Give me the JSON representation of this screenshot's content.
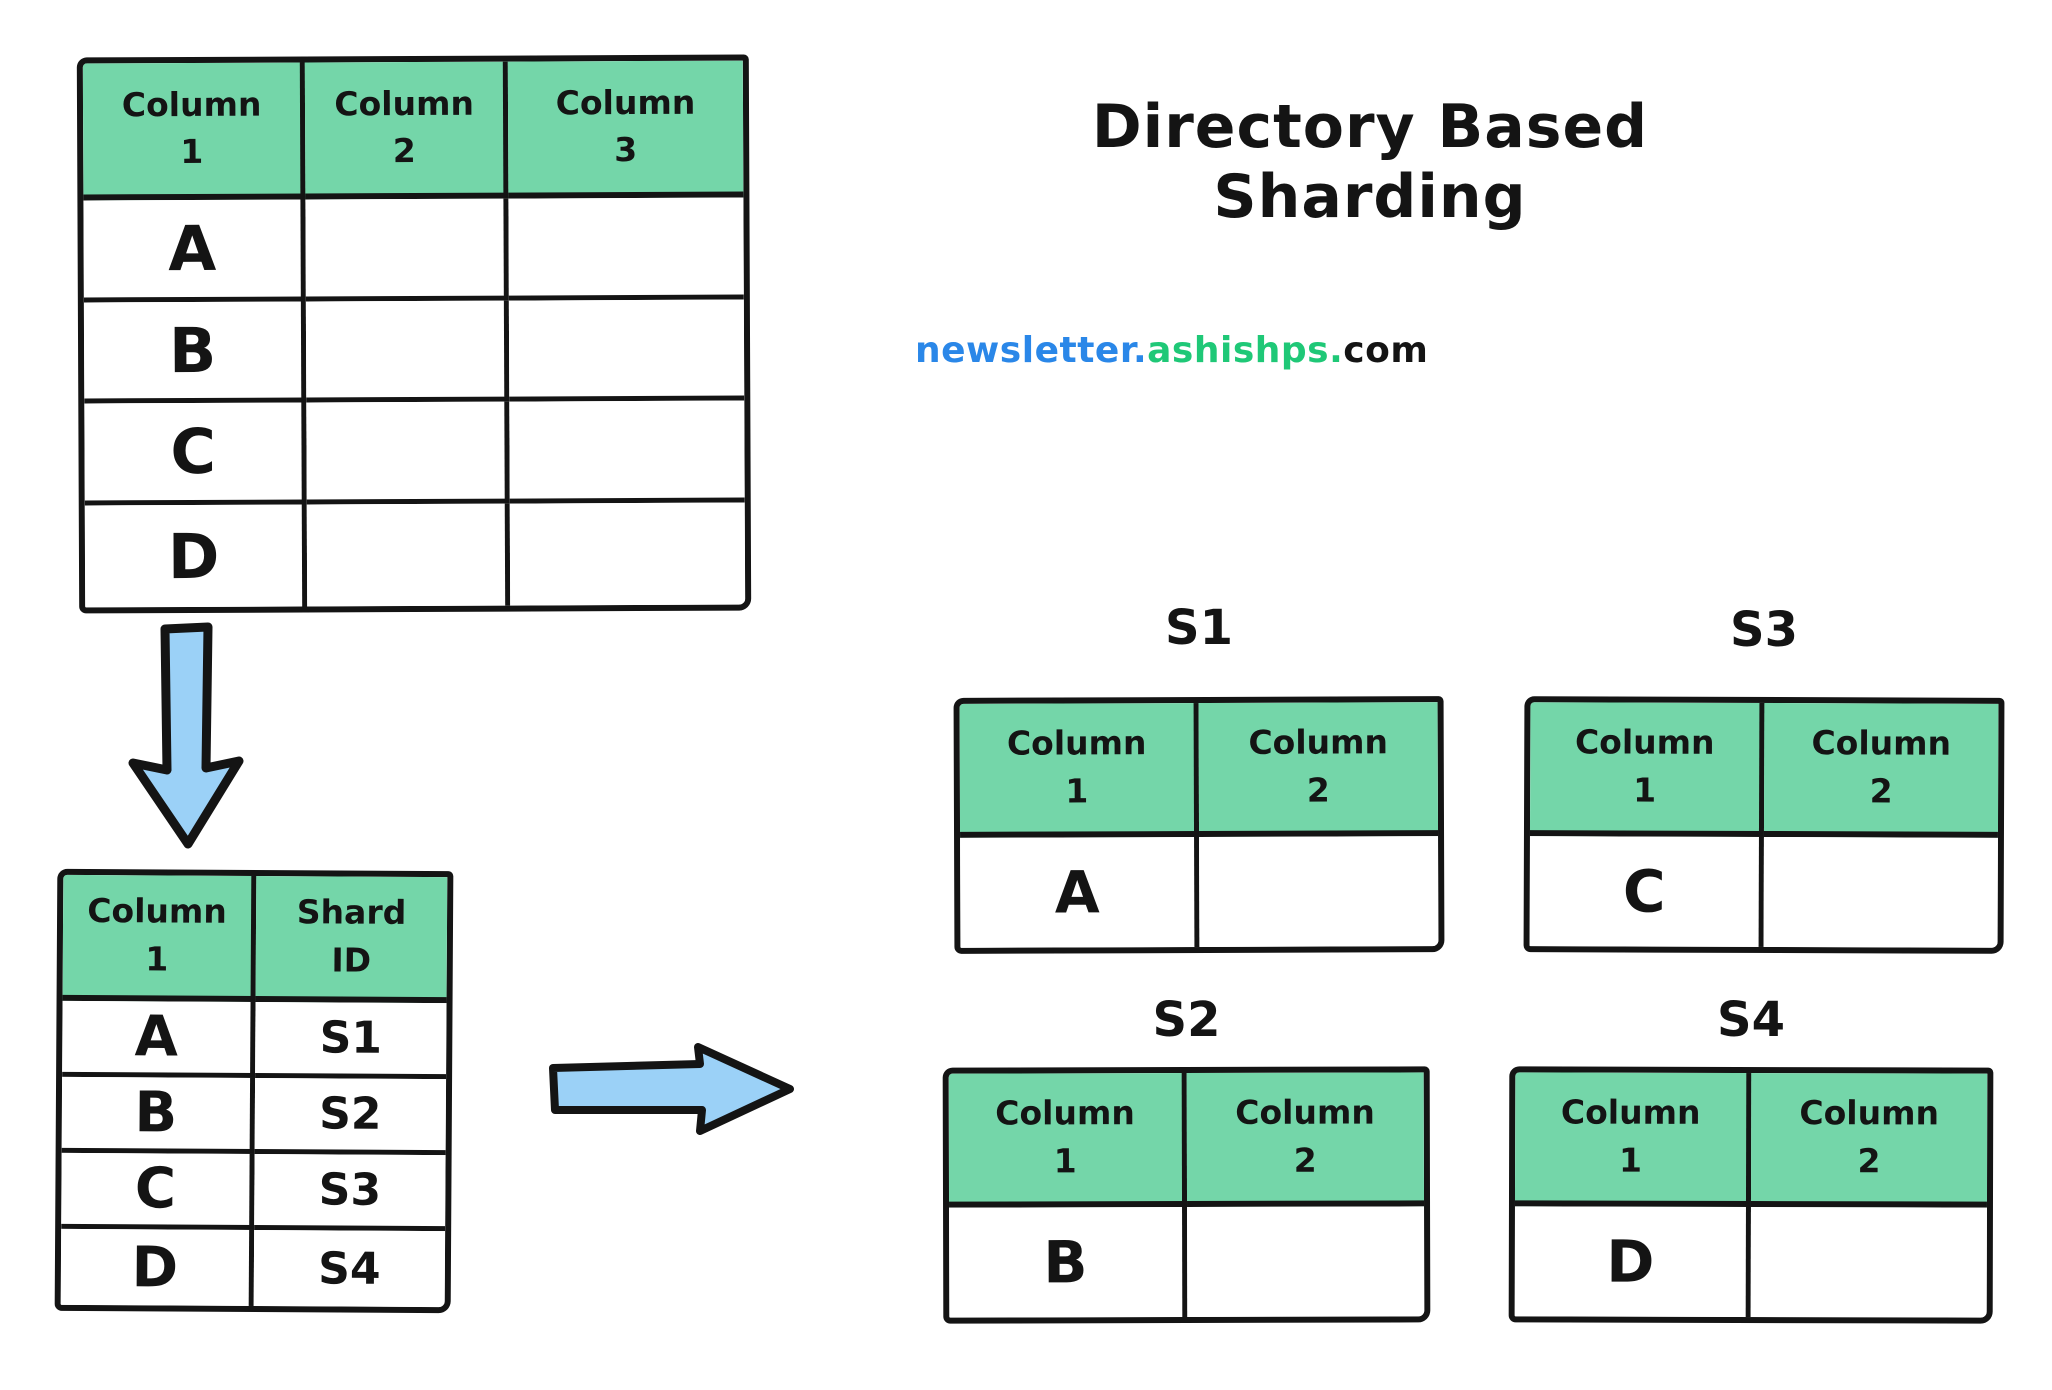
{
  "title": "Directory Based Sharding",
  "watermark": {
    "newsletter": "newsletter.",
    "ashishps": "ashishps.",
    "com": "com",
    "newsletter_color": "#2a87e8",
    "ashishps_color": "#1fc877",
    "com_color": "#141414"
  },
  "colors": {
    "header_green": "#74d6a9",
    "arrow_blue": "#9bd1f7",
    "ink": "#141414",
    "background": "#ffffff"
  },
  "main_table": {
    "headers": [
      "Column\n1",
      "Column\n2",
      "Column\n3"
    ],
    "rows": [
      [
        "A",
        "",
        ""
      ],
      [
        "B",
        "",
        ""
      ],
      [
        "C",
        "",
        ""
      ],
      [
        "D",
        "",
        ""
      ]
    ]
  },
  "directory_table": {
    "headers": [
      "Column\n1",
      "Shard\nID"
    ],
    "rows": [
      [
        "A",
        "S1"
      ],
      [
        "B",
        "S2"
      ],
      [
        "C",
        "S3"
      ],
      [
        "D",
        "S4"
      ]
    ]
  },
  "shards": [
    {
      "label": "S1",
      "headers": [
        "Column\n1",
        "Column\n2"
      ],
      "row": [
        "A",
        ""
      ]
    },
    {
      "label": "S2",
      "headers": [
        "Column\n1",
        "Column\n2"
      ],
      "row": [
        "B",
        ""
      ]
    },
    {
      "label": "S3",
      "headers": [
        "Column\n1",
        "Column\n2"
      ],
      "row": [
        "C",
        ""
      ]
    },
    {
      "label": "S4",
      "headers": [
        "Column\n1",
        "Column\n2"
      ],
      "row": [
        "D",
        ""
      ]
    }
  ],
  "icons": {
    "down_arrow": "down-arrow-icon",
    "right_arrow": "right-arrow-icon"
  }
}
